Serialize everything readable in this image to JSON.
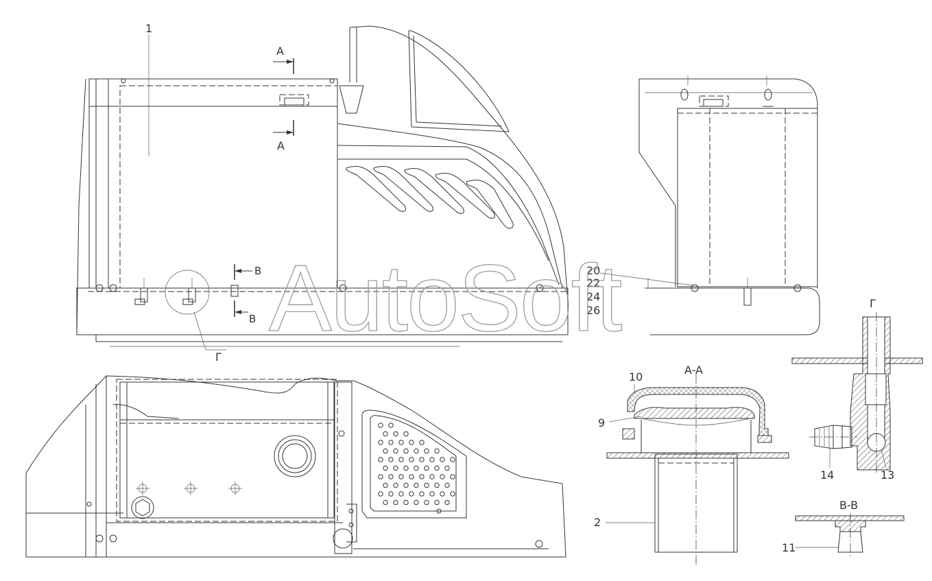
{
  "watermark": "AutoSoft",
  "section_labels": {
    "a_top": "A",
    "a_bottom": "A",
    "b_top": "B",
    "b_bottom": "B",
    "g_callout": "Г"
  },
  "detail_titles": {
    "section_aa": "A-A",
    "detail_g": "Г",
    "section_bb": "B-B"
  },
  "callouts": {
    "c1": "1",
    "c2": "2",
    "c9": "9",
    "c10": "10",
    "c11": "11",
    "c13": "13",
    "c14": "14",
    "c20": "20",
    "c22": "22",
    "c24": "24",
    "c26": "26"
  }
}
